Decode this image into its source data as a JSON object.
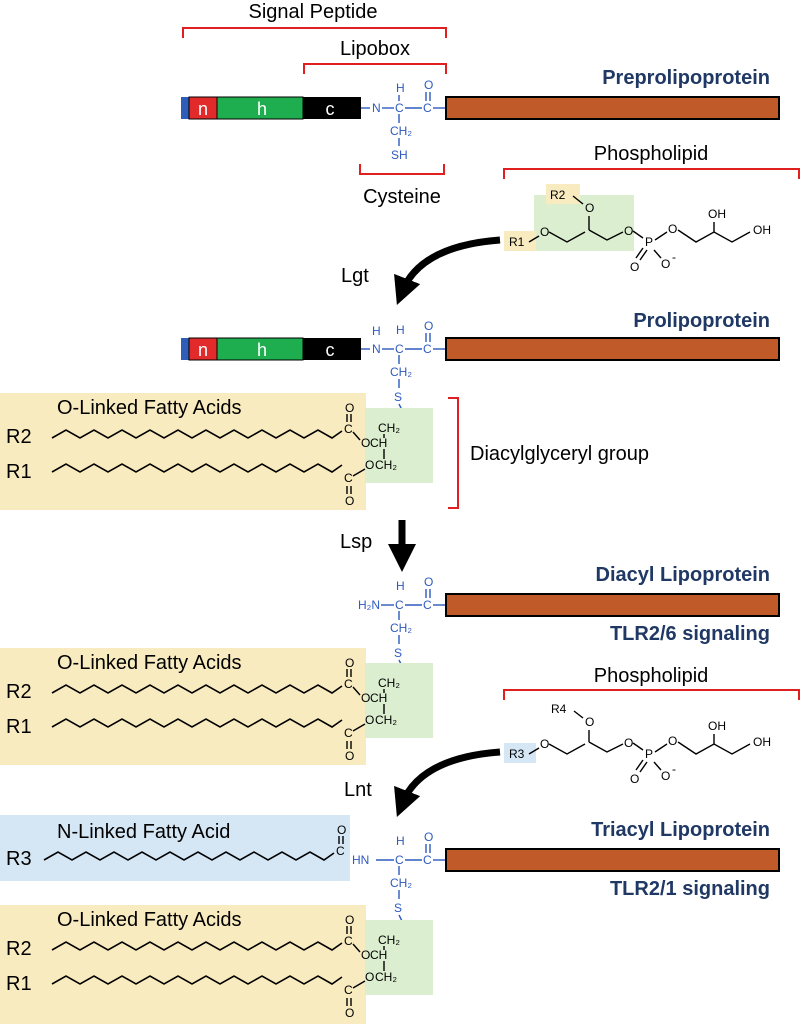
{
  "labels": {
    "signal_peptide": "Signal Peptide",
    "lipobox": "Lipobox",
    "cysteine": "Cysteine",
    "phospholipid_1": "Phospholipid",
    "phospholipid_2": "Phospholipid",
    "diacylglyceryl": "Diacylglyceryl group",
    "o_linked_1": "O-Linked Fatty Acids",
    "o_linked_2": "O-Linked Fatty Acids",
    "o_linked_3": "O-Linked Fatty Acids",
    "n_linked": "N-Linked Fatty Acid"
  },
  "titles": {
    "preprolipoprotein": "Preprolipoprotein",
    "prolipoprotein": "Prolipoprotein",
    "diacyl": "Diacyl Lipoprotein",
    "tlr26": "TLR2/6 signaling",
    "triacyl": "Triacyl Lipoprotein",
    "tlr21": "TLR2/1 signaling"
  },
  "enzymes": {
    "lgt": "Lgt",
    "lsp": "Lsp",
    "lnt": "Lnt"
  },
  "segments": {
    "n": "n",
    "h": "h",
    "c": "c"
  },
  "residues": {
    "r1": "R1",
    "r2": "R2",
    "r3": "R3",
    "r4": "R4"
  },
  "atoms": {
    "N": "N",
    "H": "H",
    "C": "C",
    "O": "O",
    "S": "S",
    "P": "P",
    "CH2": "CH₂",
    "CH": "CH",
    "SH": "SH",
    "OH": "OH",
    "NH": "HN",
    "H2N": "H₂N",
    "minus": "-"
  },
  "colors": {
    "protein": "#c05a28",
    "n_region": "#e32a2a",
    "h_region": "#1fae4f",
    "c_region": "#000000",
    "signal_blue": "#2f5eb8",
    "oacyl_bg": "#f9ebc0",
    "nacyl_bg": "#d5e7f5",
    "glyceryl_bg": "#dbeecf",
    "bracket": "#e02020",
    "title": "#1f3864",
    "chem_blue": "#2e5bbf"
  }
}
